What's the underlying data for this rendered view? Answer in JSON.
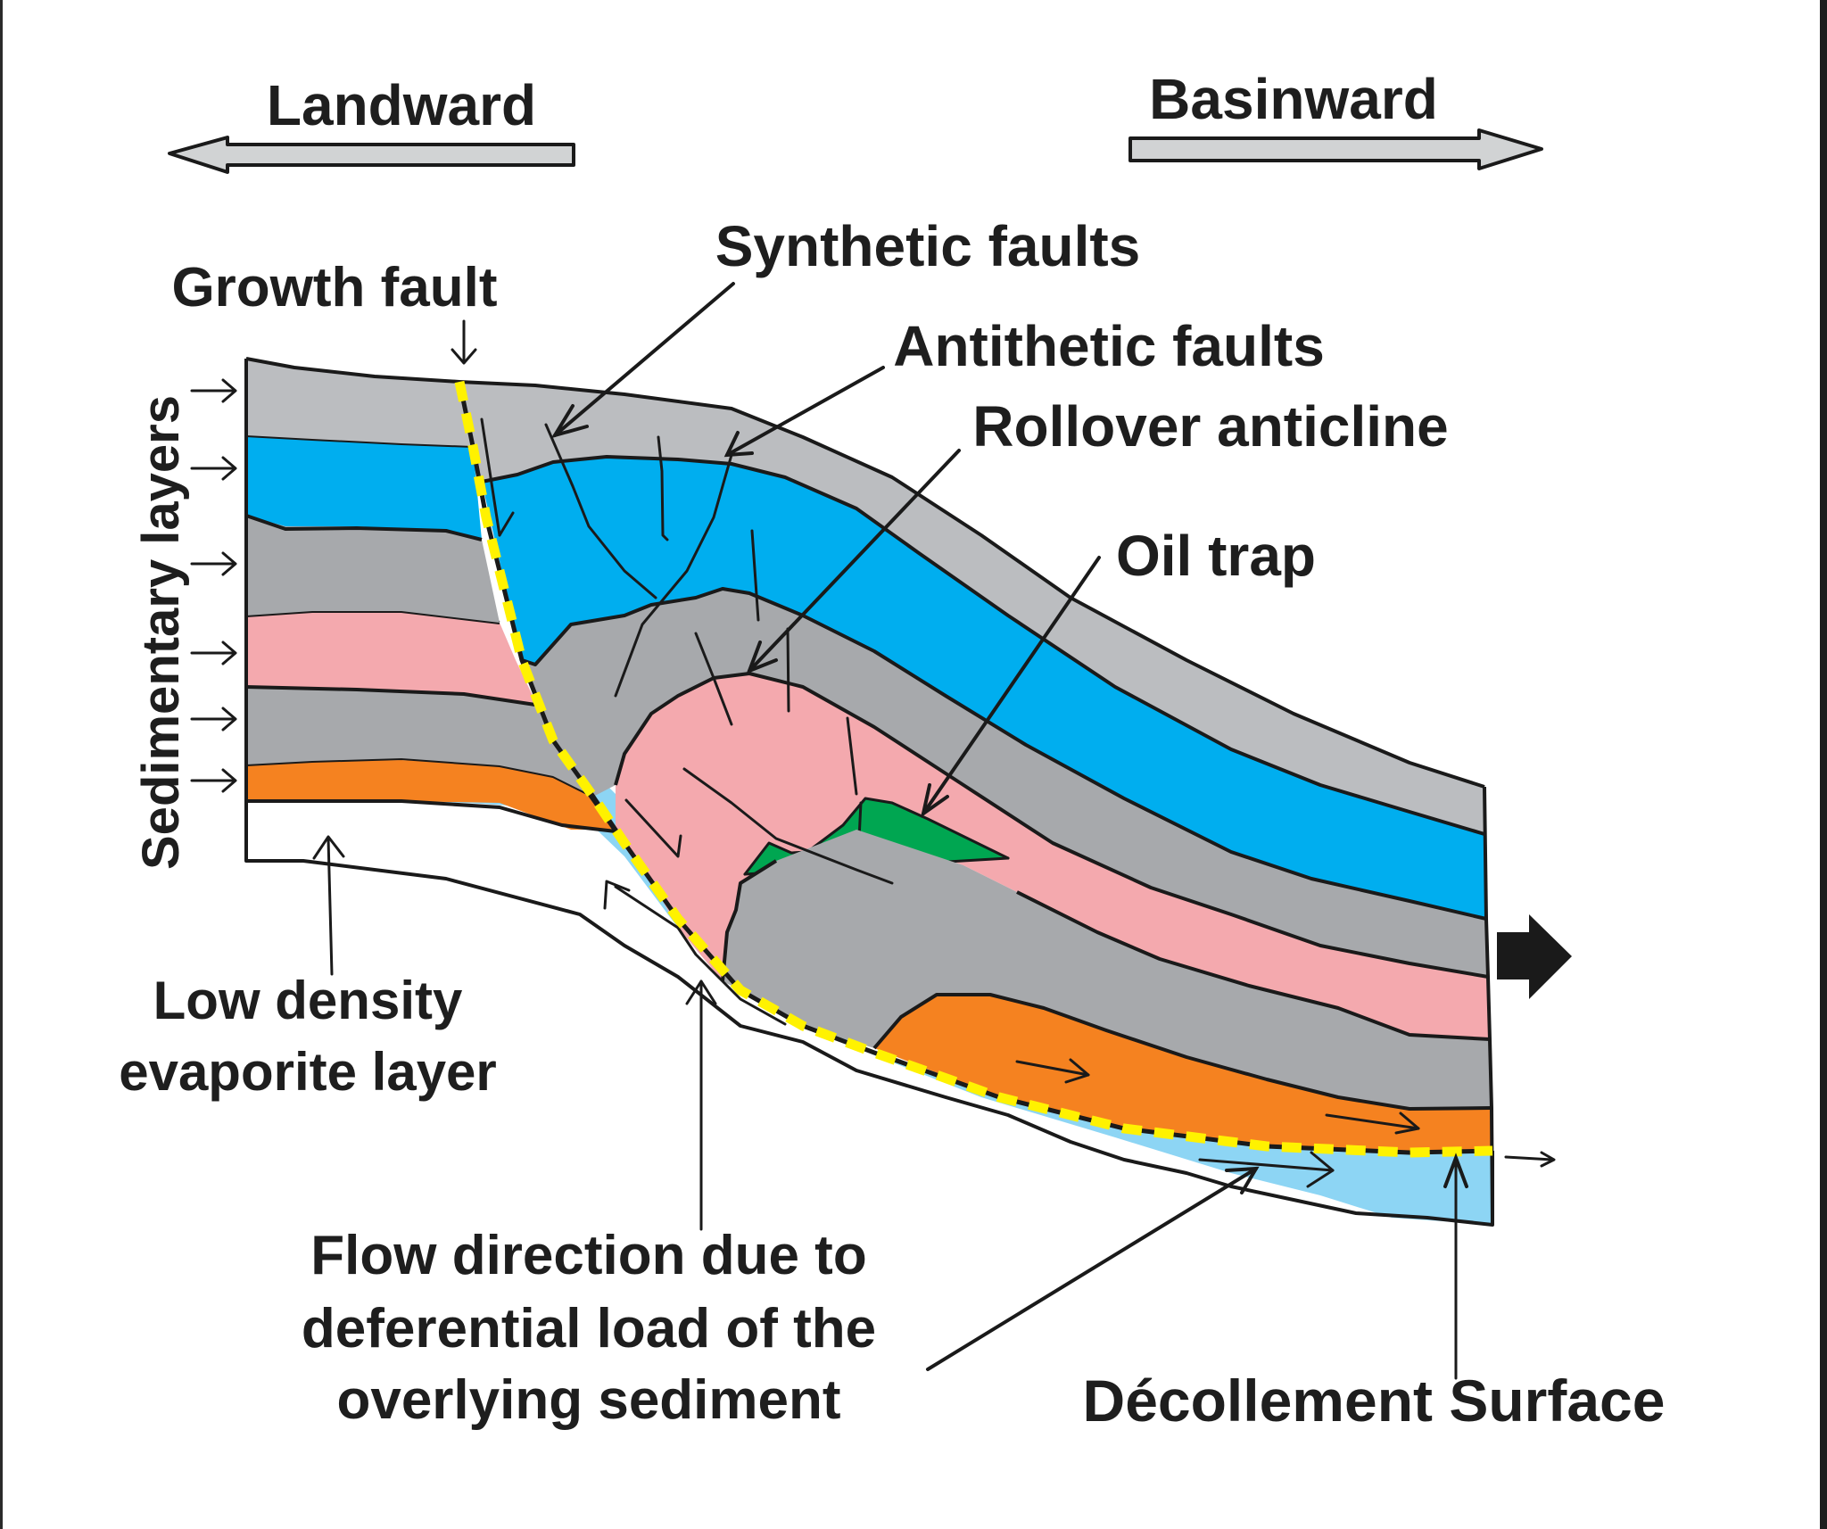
{
  "diagram": {
    "title": "Growth fault with rollover anticline and oil trap (cross-section)",
    "direction_labels": {
      "left": "Landward",
      "right": "Basinward"
    },
    "labels": {
      "growth_fault": "Growth fault",
      "synthetic_faults": "Synthetic faults",
      "antithetic_faults": "Antithetic faults",
      "rollover_anticline": "Rollover anticline",
      "oil_trap": "Oil trap",
      "sedimentary_layers": "Sedimentary layers",
      "low_density_line1": "Low density",
      "low_density_line2": "evaporite layer",
      "flow_line1": "Flow direction due to",
      "flow_line2": "deferential load of the",
      "flow_line3": "overlying sediment",
      "decollement": "Décollement Surface"
    },
    "legend_colors": {
      "light_gray_layer": "#bbbdc0",
      "dark_gray_layer": "#a7a9ac",
      "blue_layer": "#00aeef",
      "pink_layer": "#f4a9ae",
      "orange_layer": "#f58220",
      "evaporite_layer": "#8dd5f4",
      "oil_trap": "#00a651",
      "fault_trace": "#fff200",
      "direction_arrow_fill": "#d1d3d4"
    },
    "sedimentary_layer_count": 6
  }
}
